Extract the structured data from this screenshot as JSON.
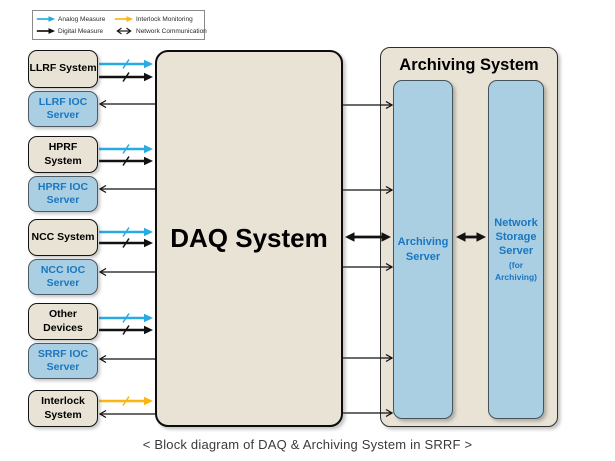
{
  "legend": {
    "items": [
      {
        "label": "Analog Measure",
        "icon": "analog-measure-arrow-icon"
      },
      {
        "label": "Digital Measure",
        "icon": "digital-measure-arrow-icon"
      },
      {
        "label": "Interlock Monitoring",
        "icon": "interlock-monitoring-arrow-icon"
      },
      {
        "label": "Network Communication",
        "icon": "network-communication-arrow-icon"
      }
    ]
  },
  "nodes": {
    "left_column": [
      {
        "label": "LLRF System",
        "type": "device"
      },
      {
        "label": "LLRF IOC Server",
        "type": "ioc-server"
      },
      {
        "label": "HPRF System",
        "type": "device"
      },
      {
        "label": "HPRF IOC Server",
        "type": "ioc-server"
      },
      {
        "label": "NCC System",
        "type": "device"
      },
      {
        "label": "NCC IOC Server",
        "type": "ioc-server"
      },
      {
        "label": "Other Devices",
        "type": "device"
      },
      {
        "label": "SRRF IOC Server",
        "type": "ioc-server"
      },
      {
        "label": "Interlock System",
        "type": "device"
      }
    ],
    "daq": {
      "label": "DAQ System"
    },
    "archiving": {
      "title": "Archiving System",
      "servers": [
        {
          "label": "Archiving Server"
        },
        {
          "label": "Network Storage Server",
          "sublabel": "(for Archiving)"
        }
      ]
    }
  },
  "caption": "< Block diagram of DAQ & Archiving System in SRRF >",
  "colors": {
    "analog": "#29abe2",
    "digital": "#121212",
    "interlock": "#fcb614",
    "network": "#121212",
    "tan_fill": "#e9e3d5",
    "blue_fill": "#aacfe3",
    "blue_text": "#1b76c0"
  }
}
